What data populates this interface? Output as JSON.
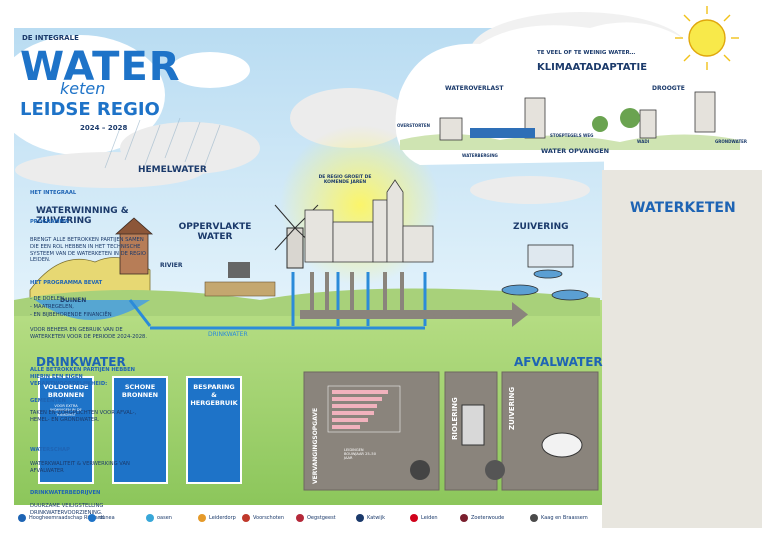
{
  "header": {
    "kicker": "De integrale",
    "title_main": "WATER",
    "title_script": "keten",
    "title_region": "LEIDSE REGIO",
    "period": "2024 – 2028"
  },
  "climate": {
    "kicker": "Te veel of te weinig water…",
    "title": "KLIMAATADAPTATIE",
    "label_overschot": "WATEROVERLAST",
    "label_droogte": "DROOGTE",
    "label_overstorten": "OVERSTORTEN",
    "label_waterberging": "WATERBERGING",
    "label_water_opvangen": "WATER OPVANGEN",
    "label_stoeptegels": "STOEPTEGELS WEG",
    "label_wadi": "WADI",
    "label_grondwater": "GRONDWATER"
  },
  "scene": {
    "hemelwater": "HEMELWATER",
    "waterwinning": "WATERWINNING & ZUIVERING",
    "oppervlaktewater": "OPPERVLAKTE WATER",
    "rivier": "RIVIER",
    "duinen": "DUINEN",
    "drinkwater_flow": "DRINKWATER",
    "afvalwater_flow": "AFVALWATER",
    "zuivering": "ZUIVERING",
    "regio_groeit": "DE REGIO GROEIT DE KOMENDE JAREN"
  },
  "drinkwater": {
    "title": "DRINKWATER",
    "cards": [
      {
        "title": "VOLDOENDE BRONNEN",
        "sub": "VOOR EXTRA WONINGEN IN DE TOEKOMST"
      },
      {
        "title": "SCHONE BRONNEN",
        "sub": ""
      },
      {
        "title": "BESPARING & HERGEBRUIK",
        "sub": ""
      }
    ]
  },
  "afvalwater": {
    "title": "AFVALWATER",
    "vervanging": "VERVANGINGSOPGAVE",
    "riolering": "RIOLERING",
    "zuivering": "ZUIVERING",
    "chart_legend": "LEIDINGEN BOUWJAAR 25–50 JAAR"
  },
  "sidebar": {
    "kicker": "HET INTEGRAAL",
    "title": "WATERKETEN",
    "title_sub": "PROGRAMMA",
    "intro": "BRENGT ALLE BETROKKEN PARTIJEN SAMEN DIE EEN ROL HEBBEN IN HET TECHNISCHE SYSTEEM VAN DE WATERKETEN IN DE REGIO LEIDEN.",
    "bevat_head": "HET PROGRAMMA BEVAT",
    "bevat_items": [
      "- DE DOELEN,",
      "- MAATREGELEN,",
      "- EN BIJBEHORENDE FINANCIËN"
    ],
    "bevat_tail": "VOOR BEHEER EN GEBRUIK VAN DE WATERKETEN VOOR DE PERIODE 2024-2028.",
    "partijen_head": "ALLE BETROKKEN PARTIJEN HEBBEN HIERIN EEN EIGEN VERANTWOORDELIJKHEID:",
    "gemeenten_head": "GEMEENTEN",
    "gemeenten_text": "TAKEN EN ZORGPLICHTEN VOOR AFVAL-, HEMEL- EN GRONDWATER.",
    "waterschap_head": "WATERSCHAP",
    "waterschap_text": "WATERKWALITEIT & VERWERKING VAN AFVALWATER",
    "drinkwater_head": "DRINKWATERBEDRIJVEN",
    "drinkwater_text": "DUURZAME VEILIGSTELLING DRINKWATERVOORZIENING."
  },
  "footer": {
    "logos": [
      "Hoogheemraadschap Rijnland",
      "dunea",
      "oasen",
      "Leiderdorp",
      "Voorschoten",
      "Oegstgeest",
      "Katwijk",
      "Leiden",
      "Zoeterwoude",
      "Kaag en Braassem"
    ]
  },
  "colors": {
    "brand_blue": "#1e64b4",
    "card_blue": "#1e73c8",
    "flow_gray": "#8a847c",
    "grass": "#9dcf6a",
    "sky": "#cfe8f6",
    "panel": "#e8e6df",
    "sun": "#f8e94a"
  }
}
